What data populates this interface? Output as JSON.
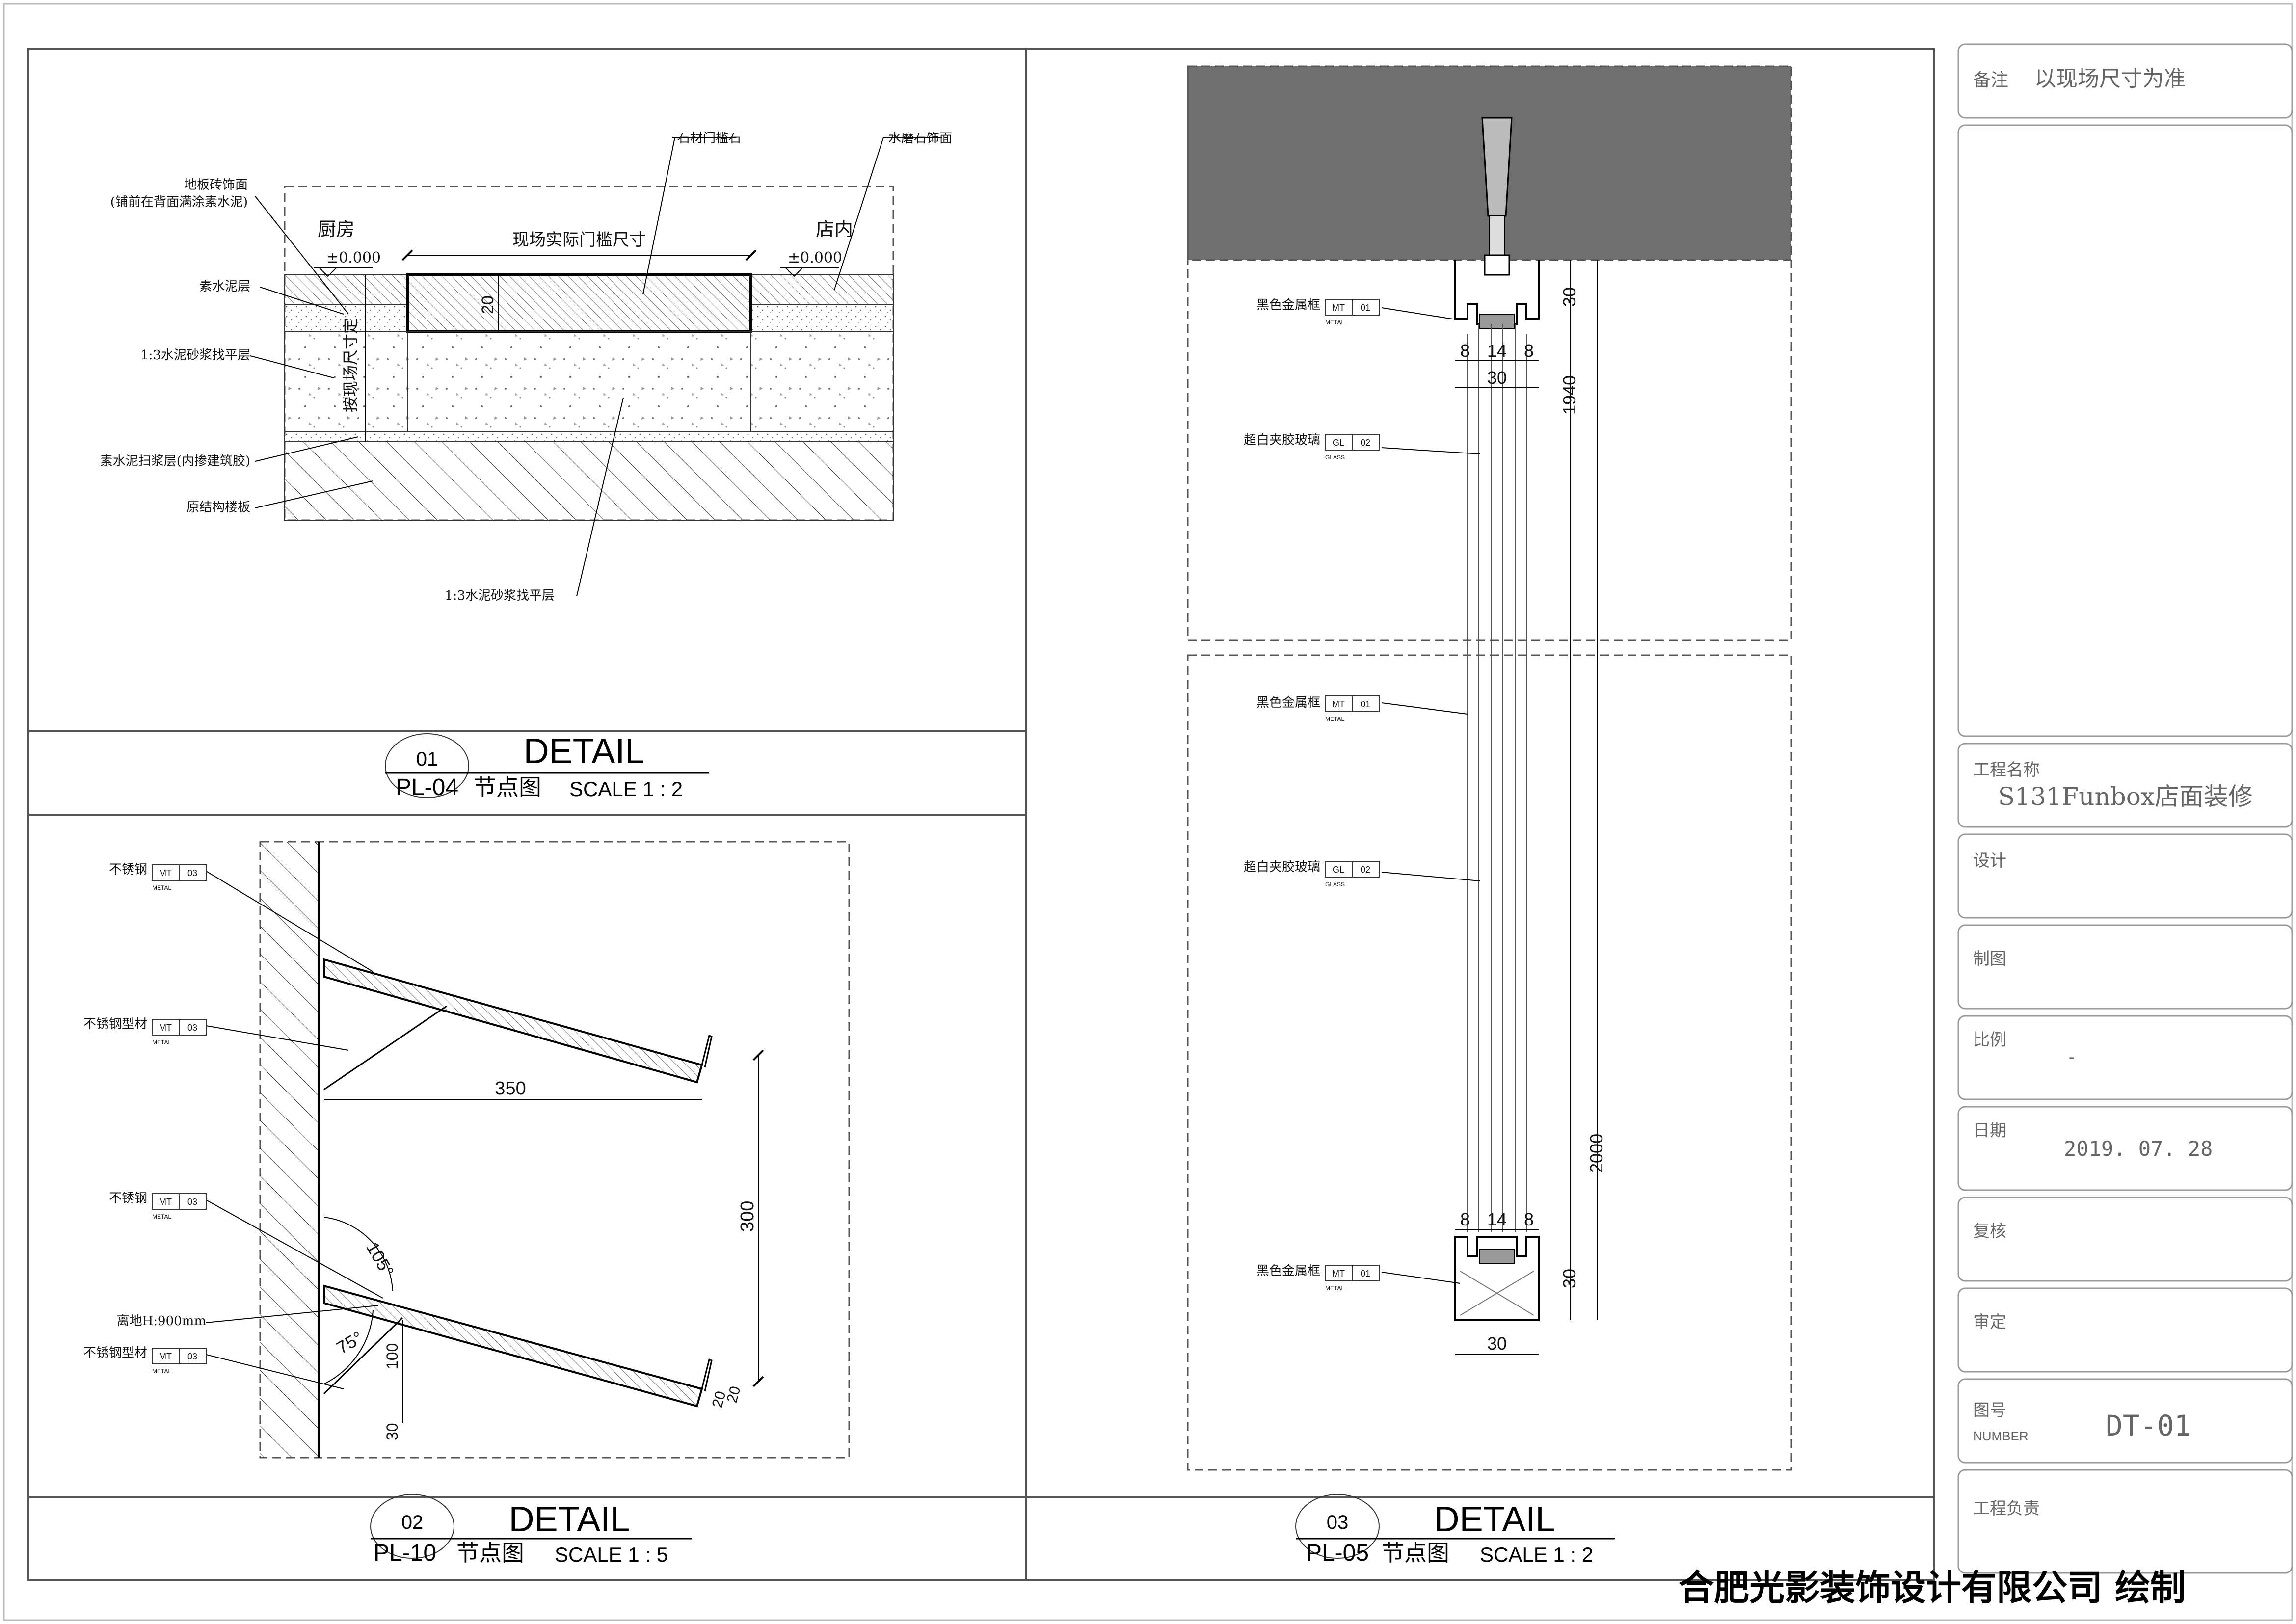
{
  "title_block": {
    "remarks_label": "备注",
    "remarks_value": "以现场尺寸为准",
    "project_label": "工程名称",
    "project_value": "S131Funbox店面装修",
    "design_label": "设计",
    "draw_label": "制图",
    "scale_label": "比例",
    "scale_value": "-",
    "date_label": "日期",
    "date_value": "2019. 07. 28",
    "review_label": "复核",
    "approve_label": "审定",
    "number_label": "图号",
    "number_label_en": "NUMBER",
    "number_value": "DT-01",
    "manager_label": "工程负责",
    "company": "合肥光影装饰设计有限公司 绘制"
  },
  "detail1": {
    "num": "01",
    "ref": "PL-04",
    "title": "DETAIL",
    "subtitle": "节点图",
    "scale": "SCALE 1 : 2",
    "label_tile": "地板砖饰面",
    "label_tile_note": "(铺前在背面满涂素水泥)",
    "label_kitchen": "厨房",
    "label_store": "店内",
    "level_left": "±0.000",
    "level_right": "±0.000",
    "label_actual": "现场实际门槛尺寸",
    "label_threshold": "石材门槛石",
    "label_terrazzo": "水磨石饰面",
    "label_cement": "素水泥层",
    "label_mortar": "1:3水泥砂浆找平层",
    "label_site": "按现场尺寸定",
    "label_slurry": "素水泥扫浆层(内掺建筑胶)",
    "label_slab": "原结构楼板",
    "label_mortar2": "1:3水泥砂浆找平层",
    "dim_20": "20"
  },
  "detail2": {
    "num": "02",
    "ref": "PL-10",
    "title": "DETAIL",
    "subtitle": "节点图",
    "scale": "SCALE 1 : 5",
    "label_ss1": "不锈钢",
    "label_ssp1": "不锈钢型材",
    "label_ss2": "不锈钢",
    "label_height": "离地H:900mm",
    "label_ssp2": "不锈钢型材",
    "tag_mt": "MT",
    "tag_03": "03",
    "tag_metal": "METAL",
    "dim_350": "350",
    "dim_300": "300",
    "dim_105": "105°",
    "dim_75": "75°",
    "dim_100": "100",
    "dim_30": "30",
    "dim_20a": "20",
    "dim_20b": "20"
  },
  "detail3": {
    "num": "03",
    "ref": "PL-05",
    "title": "DETAIL",
    "subtitle": "节点图",
    "scale": "SCALE 1 : 2",
    "label_frame1": "黑色金属框",
    "label_glass1": "超白夹胶玻璃",
    "label_frame2": "黑色金属框",
    "label_glass2": "超白夹胶玻璃",
    "label_frame3": "黑色金属框",
    "tag_mt": "MT",
    "tag_01": "01",
    "tag_metal": "METAL",
    "tag_gl": "GL",
    "tag_02": "02",
    "tag_glass": "GLASS",
    "dim_30a": "30",
    "dim_8a": "8",
    "dim_14a": "14",
    "dim_8b": "8",
    "dim_30b": "30",
    "dim_1940": "1940",
    "dim_2000": "2000",
    "dim_8c": "8",
    "dim_14b": "14",
    "dim_8d": "8",
    "dim_30c": "30",
    "dim_30d": "30"
  }
}
